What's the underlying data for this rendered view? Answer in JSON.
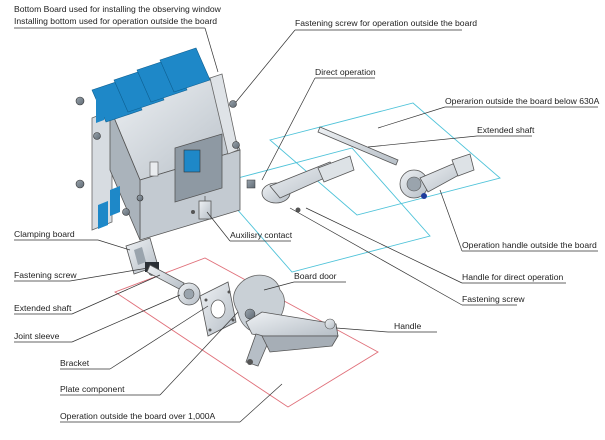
{
  "labels": {
    "bottom_board_window": "Bottom Board used for installing the observing window",
    "bottom_operation_outside": "Installing bottom used for operation outside the board",
    "fastening_screw_outside": "Fastening screw for operation outside the board",
    "direct_operation": "Direct operation",
    "operation_below_630": "Operarion outside the board below 630A",
    "extended_shaft_top": "Extended shaft",
    "clamping_board": "Clamping board",
    "auxiliary_contact": "Auxilisry contact",
    "operation_handle_outside": "Operation handle outside the board",
    "fastening_screw_left": "Fastening screw",
    "handle_direct_operation": "Handle for direct operation",
    "board_door": "Board door",
    "extended_shaft_left": "Extended shaft",
    "fastening_screw_mid": "Fastening screw",
    "joint_sleeve": "Joint sleeve",
    "handle": "Handle",
    "bracket": "Bracket",
    "plate_component": "Plate component",
    "operation_over_1000": "Operation outside the board over 1,000A"
  },
  "colors": {
    "busbar_blue": "#1e88c8",
    "frame_cyan": "#4fc3d9",
    "frame_red": "#e0707a",
    "part_grey": "#c9d0d6",
    "text": "#222222"
  }
}
